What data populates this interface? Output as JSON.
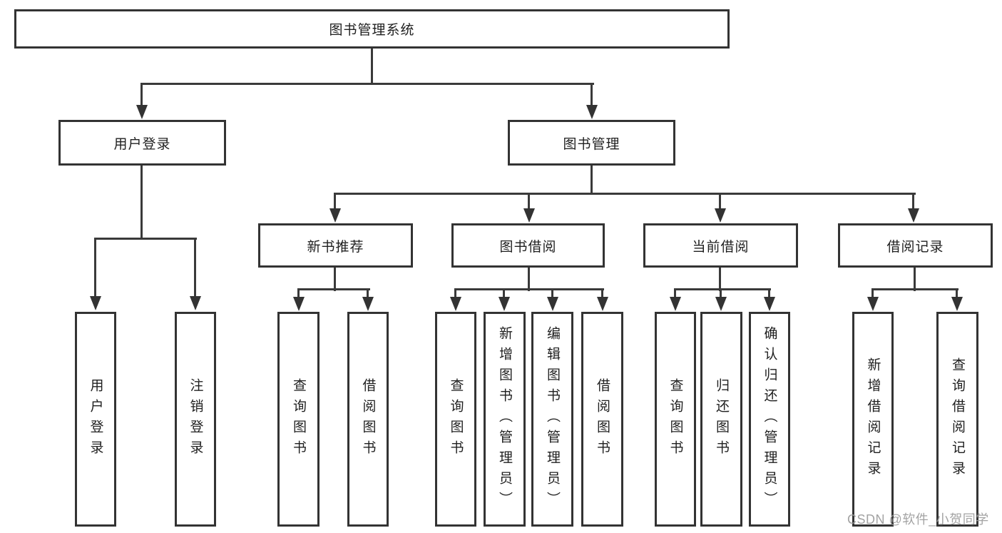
{
  "diagram": {
    "title": "图书管理系统",
    "level2": [
      {
        "label": "用户登录"
      },
      {
        "label": "图书管理"
      }
    ],
    "level3": [
      {
        "label": "新书推荐"
      },
      {
        "label": "图书借阅"
      },
      {
        "label": "当前借阅"
      },
      {
        "label": "借阅记录"
      }
    ],
    "leaves": [
      {
        "label": "用户登录"
      },
      {
        "label": "注销登录"
      },
      {
        "label": "查询图书"
      },
      {
        "label": "借阅图书"
      },
      {
        "label": "查询图书"
      },
      {
        "label": "新增图书（管理员）"
      },
      {
        "label": "编辑图书（管理员）"
      },
      {
        "label": "借阅图书"
      },
      {
        "label": "查询图书"
      },
      {
        "label": "归还图书"
      },
      {
        "label": "确认归还（管理员）"
      },
      {
        "label": "新增借阅记录"
      },
      {
        "label": "查询借阅记录"
      }
    ],
    "watermark": "CSDN @软件_小贺同学",
    "colors": {
      "line": "#333333",
      "text": "#1f1f1f",
      "background": "#ffffff",
      "watermark": "#9e9e9e"
    }
  }
}
